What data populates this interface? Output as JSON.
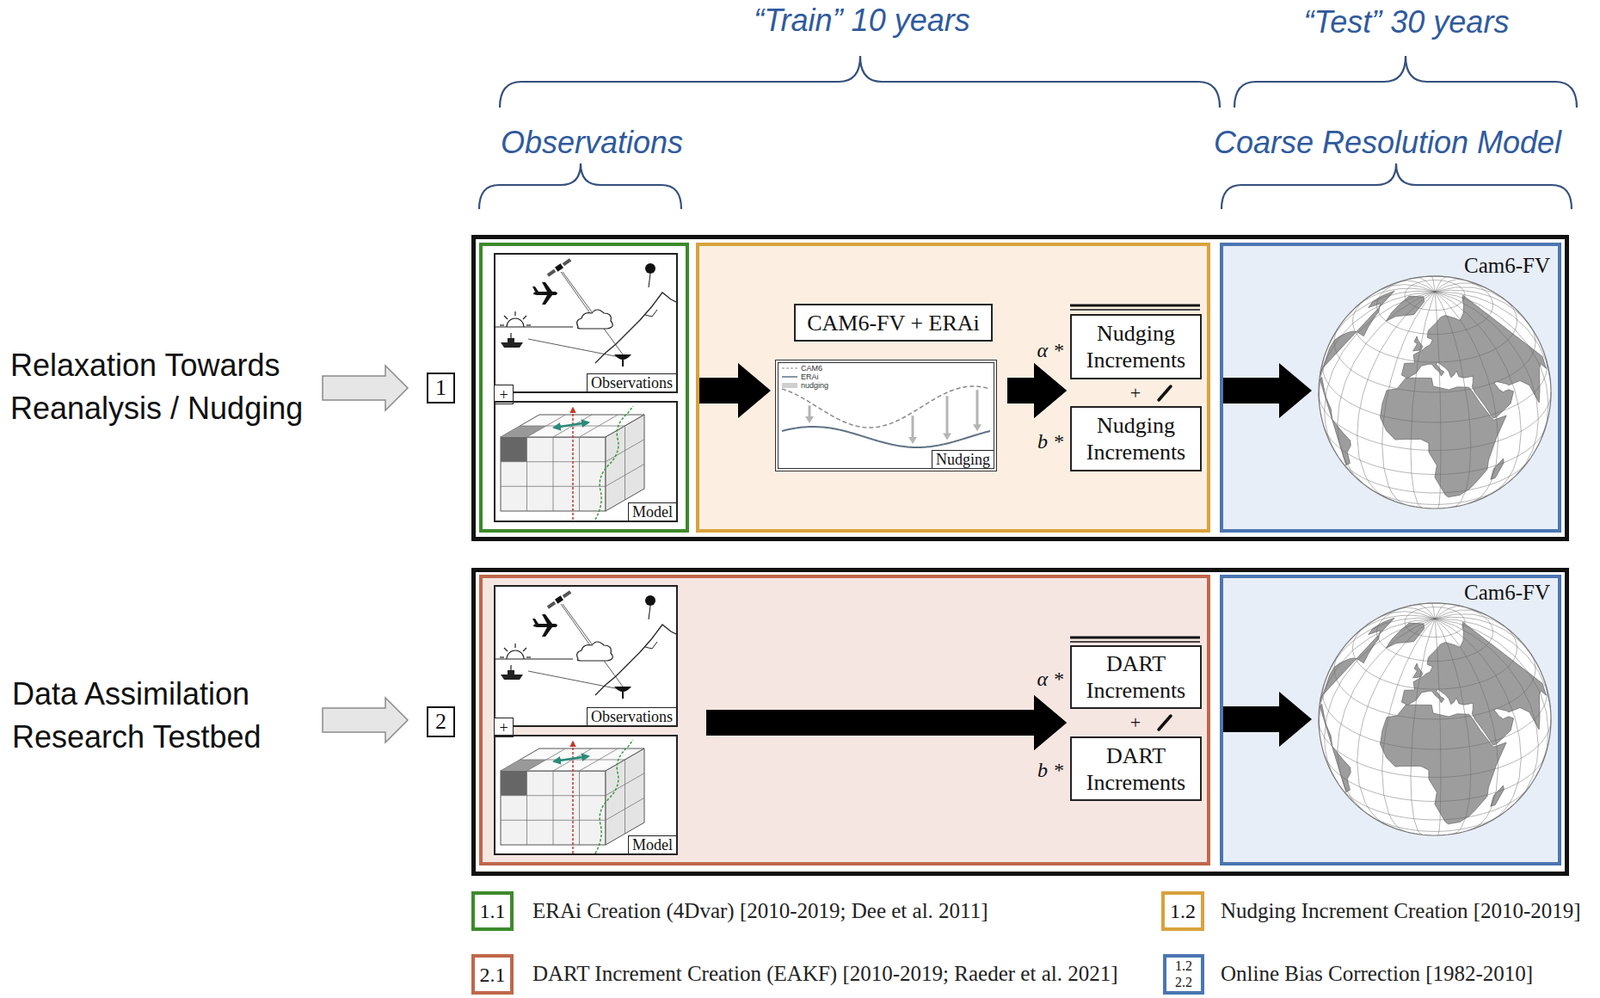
{
  "diagram": {
    "nodes": [
      {
        "text": [
          "1"
        ]
      },
      {
        "text": []
      },
      {
        "text": [],
        "in": 1
      },
      {
        "text": [
          "Observations"
        ],
        "in": 2
      },
      {
        "text": [
          "+"
        ],
        "in": 2
      },
      {
        "text": [
          "Model"
        ],
        "in": 2
      },
      {
        "text": [],
        "in": 1
      },
      {
        "text": [
          "CAM6-FV + ERAi"
        ],
        "in": 6
      },
      {
        "text": [
          "CAM6",
          "ERAi",
          "nudging",
          "Nudging"
        ],
        "in": 6
      },
      {
        "text": [
          "Nudging Increments"
        ],
        "in": 6
      },
      {
        "text": [
          "Nudging Increments"
        ],
        "in": 6
      },
      {
        "text": [],
        "in": 1
      },
      {
        "text": [
          "Cam6-FV"
        ],
        "in": 11
      },
      {
        "text": [
          "2"
        ]
      },
      {
        "text": []
      },
      {
        "text": [],
        "in": 14
      },
      {
        "text": [
          "Observations"
        ],
        "in": 15
      },
      {
        "text": [
          "+"
        ],
        "in": 15
      },
      {
        "text": [
          "Model"
        ],
        "in": 15
      },
      {
        "text": [
          "DART Increments"
        ],
        "in": 15
      },
      {
        "text": [
          "DART Increments"
        ],
        "in": 15
      },
      {
        "text": [],
        "in": 14
      },
      {
        "text": [
          "Cam6-FV"
        ],
        "in": 21
      }
    ],
    "edges": [
      {
        "from": 2,
        "to": 8,
        "arrow": "to"
      },
      {
        "from": 8,
        "to": 9,
        "arrow": "to"
      },
      {
        "from": 8,
        "to": 10,
        "arrow": "to"
      },
      {
        "from": 6,
        "to": 12,
        "arrow": "to"
      },
      {
        "from": 16,
        "to": 19,
        "arrow": "to"
      },
      {
        "from": 16,
        "to": 20,
        "arrow": "to"
      },
      {
        "from": 15,
        "to": 22,
        "arrow": "to"
      }
    ],
    "labels": [
      "“Train” 10 years",
      "“Test” 30 years",
      "Observations",
      "Coarse Resolution Model",
      "Relaxation Towards Reanalysis / Nudging",
      "α *",
      "+",
      "b *",
      "Data Assimilation Research Testbed",
      "α *",
      "+",
      "b *",
      "1.1",
      "1.2",
      "2.1",
      "1.2",
      "2.2"
    ],
    "legend": [
      {
        "text": "ERAi Creation (4Dvar) [2010-2019; Dee et al. 2011]",
        "color": "#3c8a2a"
      },
      {
        "text": "Nudging Increment Creation [2010-2019]",
        "color": "#d9a23c"
      },
      {
        "text": "DART Increment Creation (EAKF) [2010-2019; Raeder et al. 2021]",
        "color": "#c0674a"
      },
      {
        "text": "Online Bias Correction [1982-2010]",
        "color": "#4a76b2"
      }
    ]
  }
}
